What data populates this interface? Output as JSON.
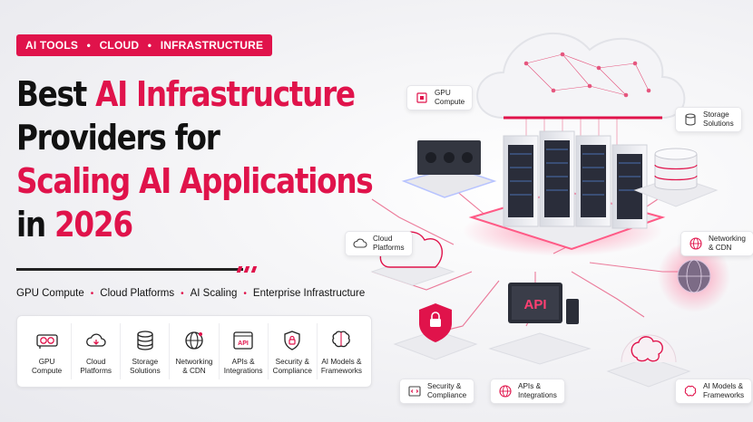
{
  "tag": {
    "part1": "AI TOOLS",
    "part2": "CLOUD",
    "part3": "INFRASTRUCTURE",
    "sep": "•"
  },
  "headline": {
    "line1_a": "Best ",
    "line1_b": "AI Infrastructure",
    "line2": "Providers for",
    "line3": "Scaling AI Applications",
    "line4_a": "in ",
    "line4_b": "2026"
  },
  "subline": {
    "items": [
      "GPU Compute",
      "Cloud Platforms",
      "AI Scaling",
      "Enterprise Infrastructure"
    ],
    "sep": "•"
  },
  "cards": [
    {
      "label": "GPU\nCompute",
      "icon": "gpu-icon"
    },
    {
      "label": "Cloud\nPlatforms",
      "icon": "cloud-icon"
    },
    {
      "label": "Storage\nSolutions",
      "icon": "database-icon"
    },
    {
      "label": "Networking\n& CDN",
      "icon": "globe-icon"
    },
    {
      "label": "APIs &\nIntegrations",
      "icon": "api-icon"
    },
    {
      "label": "Security &\nCompliance",
      "icon": "shield-lock-icon"
    },
    {
      "label": "AI Models &\nFrameworks",
      "icon": "brain-icon"
    }
  ],
  "callouts": {
    "gpu": "GPU\nCompute",
    "storage": "Storage\nSolutions",
    "cloud": "Cloud\nPlatforms",
    "network": "Networking\n& CDN",
    "security": "Security &\nCompliance",
    "apis": "APIs &\nIntegrations",
    "models": "AI Models &\nFrameworks"
  },
  "api_screen": "API",
  "colors": {
    "accent": "#e0134b",
    "text": "#111111"
  }
}
